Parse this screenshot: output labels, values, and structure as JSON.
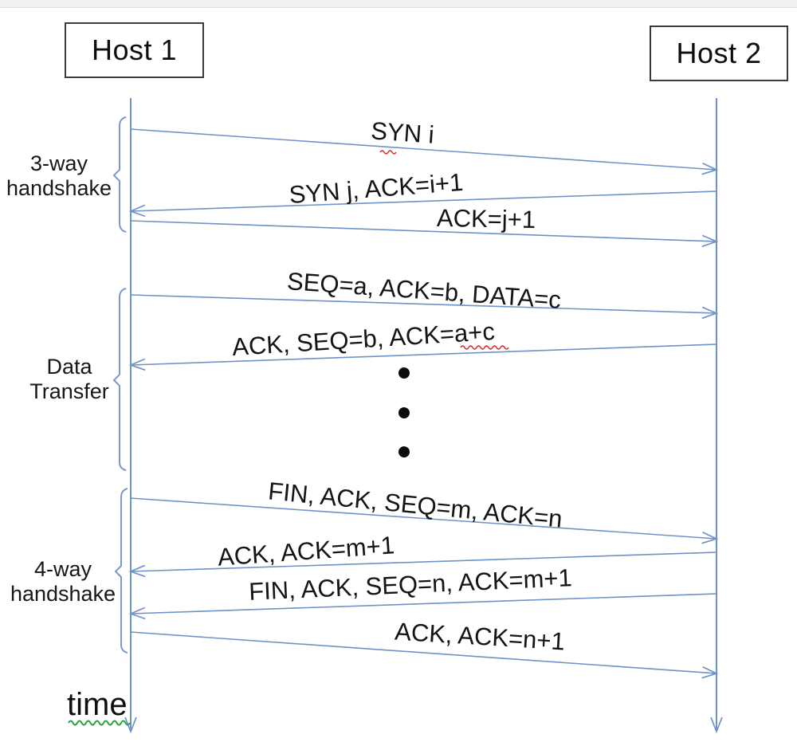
{
  "hosts": [
    {
      "label": "Host 1"
    },
    {
      "label": "Host 2"
    }
  ],
  "phases": [
    {
      "lines": [
        "3-way",
        "handshake"
      ]
    },
    {
      "lines": [
        "Data",
        "Transfer"
      ]
    },
    {
      "lines": [
        "4-way",
        "handshake"
      ]
    }
  ],
  "messages": [
    {
      "text": "SYN i",
      "from": "host1",
      "to": "host2"
    },
    {
      "text": "SYN j, ACK=i+1",
      "from": "host2",
      "to": "host1"
    },
    {
      "text": "ACK=j+1",
      "from": "host1",
      "to": "host2"
    },
    {
      "text": "SEQ=a, ACK=b, DATA=c",
      "from": "host1",
      "to": "host2"
    },
    {
      "text": "ACK, SEQ=b, ACK=a+c",
      "from": "host2",
      "to": "host1"
    },
    {
      "text": "FIN, ACK, SEQ=m, ACK=n",
      "from": "host1",
      "to": "host2"
    },
    {
      "text": "ACK, ACK=m+1",
      "from": "host2",
      "to": "host1"
    },
    {
      "text": "FIN, ACK, SEQ=n, ACK=m+1",
      "from": "host2",
      "to": "host1"
    },
    {
      "text": "ACK, ACK=n+1",
      "from": "host1",
      "to": "host2"
    }
  ],
  "ellipsis_dot_count": 3,
  "time_axis_label": "time",
  "colors": {
    "arrow_line": "#6f92c7",
    "box_border": "#3b3b3b",
    "text": "#141414",
    "red_spellcheck": "#e0251f",
    "green_spellcheck": "#27a33c"
  }
}
